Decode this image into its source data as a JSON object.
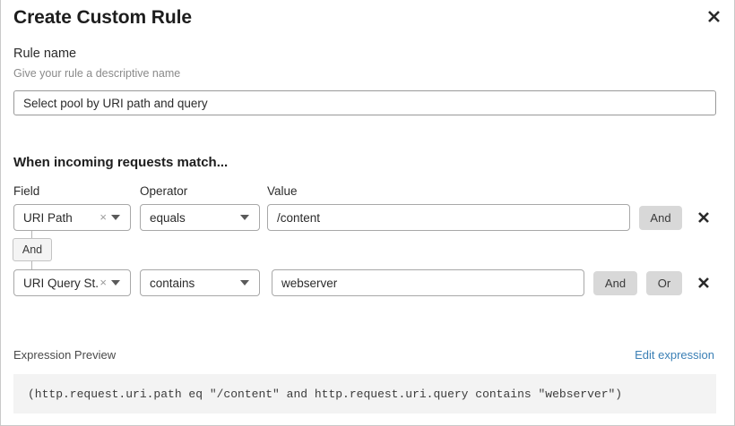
{
  "modal": {
    "title": "Create Custom Rule",
    "close_icon": "close-icon"
  },
  "rule_name": {
    "label": "Rule name",
    "help": "Give your rule a descriptive name",
    "value": "Select pool by URI path and query",
    "placeholder": "Rule name"
  },
  "conditions": {
    "section_title": "When incoming requests match...",
    "columns": {
      "field": "Field",
      "operator": "Operator",
      "value": "Value"
    },
    "connector": {
      "label": "And"
    },
    "rows": [
      {
        "field": "URI Path",
        "field_clear_icon": "clear-icon",
        "operator": "equals",
        "value": "/content",
        "buttons": [
          "And"
        ],
        "delete_icon": "delete-icon"
      },
      {
        "field": "URI Query St...",
        "field_clear_icon": "clear-icon",
        "operator": "contains",
        "value": "webserver",
        "buttons": [
          "And",
          "Or"
        ],
        "delete_icon": "delete-icon"
      }
    ]
  },
  "expression": {
    "label": "Expression Preview",
    "edit_link": "Edit expression",
    "code": "(http.request.uri.path eq \"/content\" and http.request.uri.query contains \"webserver\")"
  },
  "colors": {
    "link": "#3a7fb5",
    "button_bg": "#d8d8d8",
    "code_bg": "#f3f3f3",
    "border": "#a8a8a8"
  }
}
